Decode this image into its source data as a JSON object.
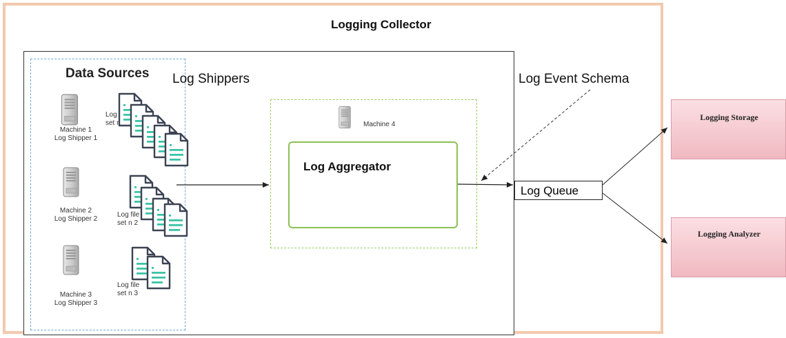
{
  "collector_title": "Logging Collector",
  "data_sources_title": "Data Sources",
  "log_shippers_label": "Log Shippers",
  "log_event_schema_label": "Log Event Schema",
  "machines": [
    {
      "name": "Machine 1",
      "shipper": "Log Shipper 1",
      "fileset_line1": "Log file",
      "fileset_line2": "set n 1"
    },
    {
      "name": "Machine 2",
      "shipper": "Log Shipper 2",
      "fileset_line1": "Log file",
      "fileset_line2": "set n 2"
    },
    {
      "name": "Machine 3",
      "shipper": "Log Shipper 3",
      "fileset_line1": "Log file",
      "fileset_line2": "set n 3"
    }
  ],
  "machine4_label": "Machine 4",
  "aggregator_label": "Log Aggregator",
  "queue_label": "Log Queue",
  "storage_label": "Logging Storage",
  "analyzer_label": "Logging Analyzer",
  "colors": {
    "outer_border": "#f2c9ae",
    "data_sources_dash": "#6ea6d8",
    "aggregator_green": "#8cc152",
    "doc_teal": "#3cc3a6",
    "destination_pink": "#f0b9c1"
  }
}
